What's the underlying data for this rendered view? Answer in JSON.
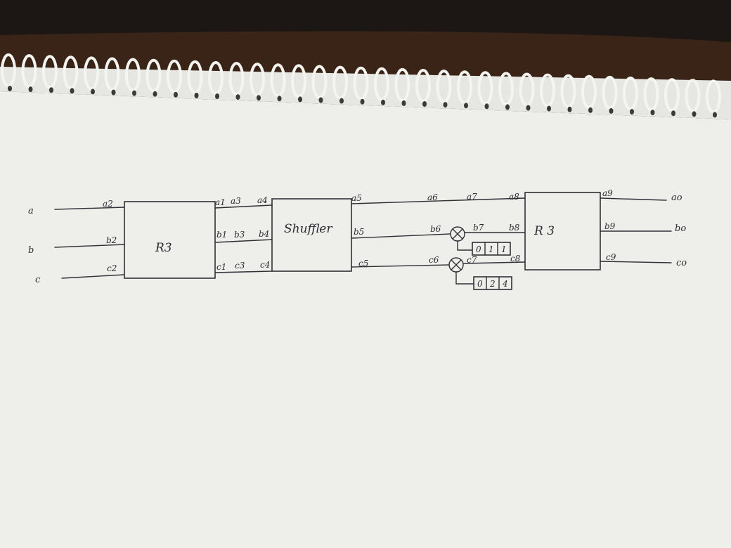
{
  "diagram": {
    "inputs": {
      "a": "a",
      "b": "b",
      "c": "c"
    },
    "outputs": {
      "a": "ao",
      "b": "bo",
      "c": "co"
    },
    "blocks": {
      "r3_first": "R3",
      "shuffler": "Shuffler",
      "r3_second": "R 3"
    },
    "wires": {
      "a2": "a2",
      "b2": "b2",
      "c2": "c2",
      "a1": "a1",
      "a3": "a3",
      "a4": "a4",
      "b1": "b1",
      "b3": "b3",
      "b4": "b4",
      "c1": "c1",
      "c3": "c3",
      "c4": "c4",
      "a5": "a5",
      "b5": "b5",
      "c5": "c5",
      "a6": "a6",
      "a7": "a7",
      "a8": "a8",
      "b6": "b6",
      "b7": "b7",
      "b8": "b8",
      "c6": "c6",
      "c7": "c7",
      "c8": "c8",
      "a9": "a9",
      "b9": "b9",
      "c9": "c9"
    },
    "constants": {
      "b_const": [
        "0",
        "1",
        "1"
      ],
      "c_const": [
        "0",
        "2",
        "4"
      ]
    }
  }
}
